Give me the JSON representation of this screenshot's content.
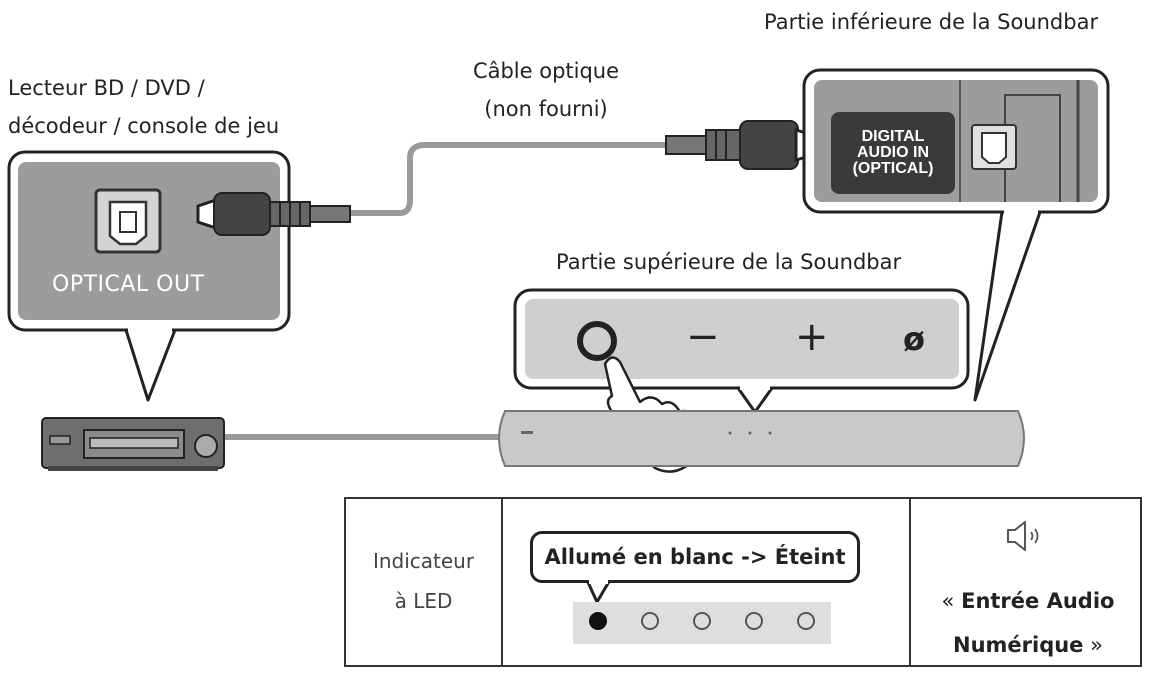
{
  "labels": {
    "source_device": [
      "Lecteur BD / DVD /",
      "décodeur / console de jeu"
    ],
    "cable": [
      "Câble optique",
      "(non fourni)"
    ],
    "soundbar_bottom": "Partie inférieure de la Soundbar",
    "soundbar_top": "Partie supérieure de la Soundbar",
    "optical_out": "OPTICAL OUT",
    "digital_audio_in": [
      "DIGITAL",
      "AUDIO IN",
      "(OPTICAL)"
    ]
  },
  "buttons": {
    "minus": "−",
    "plus": "+",
    "mic": "ø"
  },
  "led_table": {
    "label": [
      "Indicateur",
      "à LED"
    ],
    "state": "Allumé en blanc -> Éteint",
    "leds": [
      true,
      false,
      false,
      false,
      false
    ],
    "mode_prefix": "«",
    "mode_line1": "Entrée Audio",
    "mode_line2": "Numérique",
    "mode_suffix": "»",
    "icon": "speaker-icon"
  }
}
